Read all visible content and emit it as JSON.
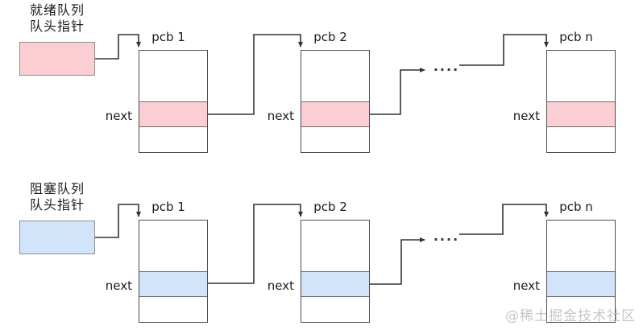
{
  "watermark": "@稀土掘金技术社区",
  "queues": [
    {
      "name": "ready-queue",
      "label_line1": "就绪队列",
      "label_line2": "队头指针",
      "dots": "····",
      "nodes": [
        {
          "title": "pcb 1",
          "next": "next"
        },
        {
          "title": "pcb 2",
          "next": "next"
        },
        {
          "title": "pcb n",
          "next": "next"
        }
      ]
    },
    {
      "name": "blocked-queue",
      "label_line1": "阻塞队列",
      "label_line2": "队头指针",
      "dots": "····",
      "nodes": [
        {
          "title": "pcb 1",
          "next": "next"
        },
        {
          "title": "pcb 2",
          "next": "next"
        },
        {
          "title": "pcb n",
          "next": "next"
        }
      ]
    }
  ],
  "colors": {
    "ready_fill": "#fbced3",
    "blocked_fill": "#d2e4fa",
    "line": "#333333",
    "box_border": "#4d4d4d",
    "pointer_border": "#8f8f8f",
    "watermark": "#b3b3b3"
  }
}
